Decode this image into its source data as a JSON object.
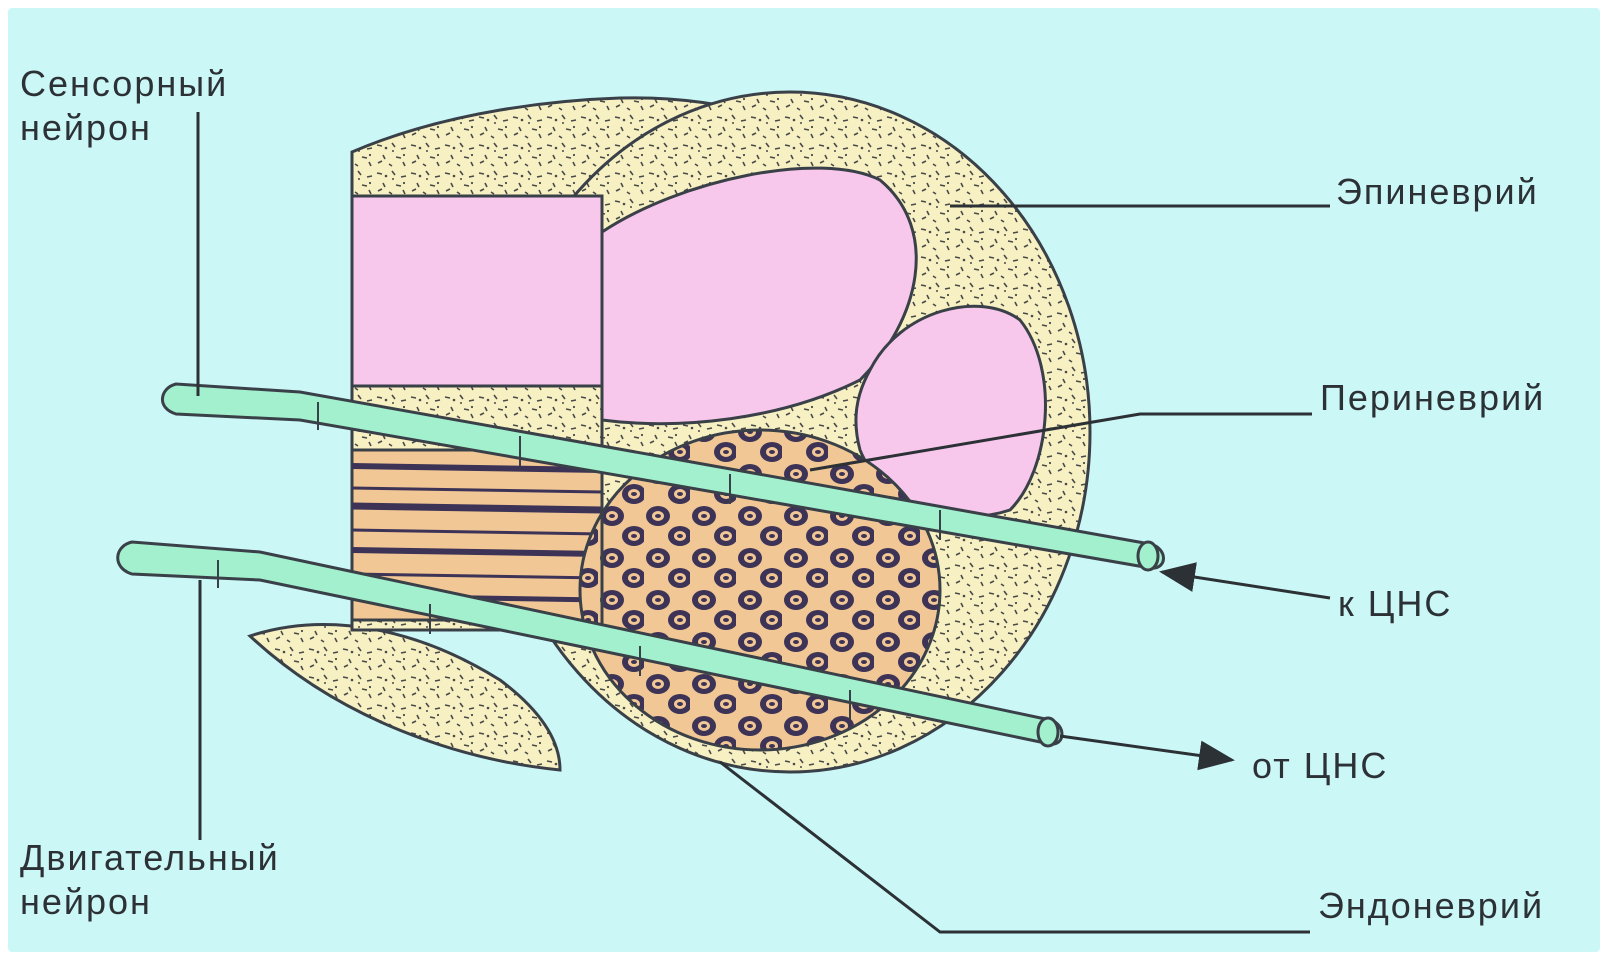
{
  "colors": {
    "background": "#ccf7f7",
    "fascicle_pink": "#f7c8ec",
    "connective_tissue": "#f6f0c2",
    "axon_green": "#a3f0cf",
    "fiber_dark": "#3c3356",
    "fiber_fill": "#f2c796",
    "outline": "#3a4048"
  },
  "labels": {
    "sensory_neuron": {
      "line1": "Сенсорный",
      "line2": "нейрон"
    },
    "motor_neuron": {
      "line1": "Двигательный",
      "line2": "нейрон"
    },
    "epineurium": "Эпиневрий",
    "perineurium": "Периневрий",
    "to_cns": "к ЦНС",
    "from_cns": "от ЦНС",
    "endoneurium": "Эндоневрий"
  }
}
